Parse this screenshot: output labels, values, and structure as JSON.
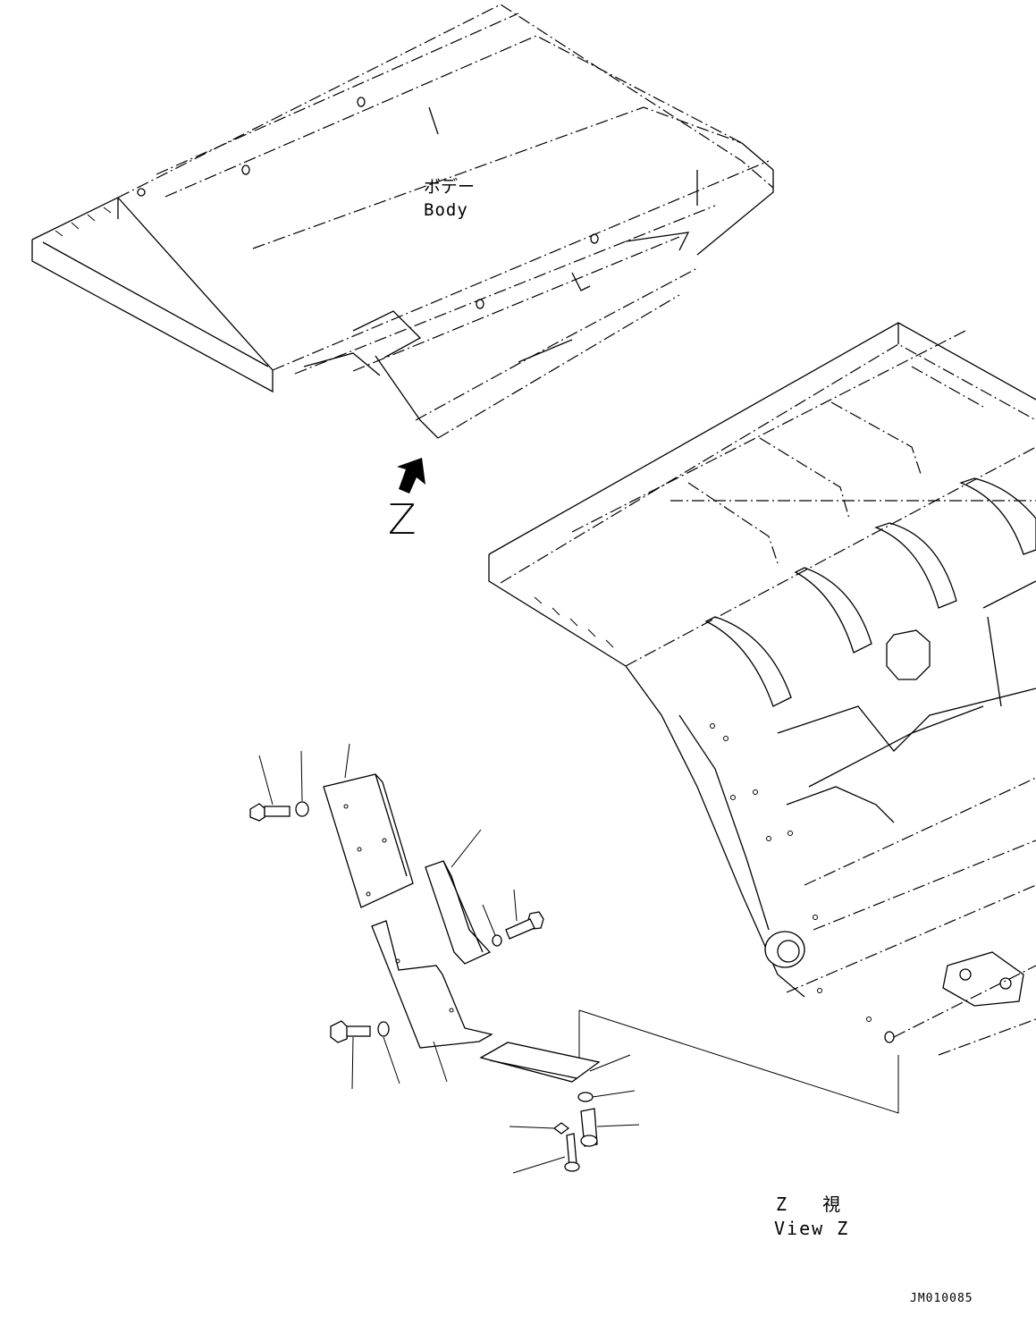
{
  "labels": {
    "body_ja": "ボデー",
    "body_en": "Body",
    "arrow_letter": "Z",
    "view_ja": "Z 視",
    "view_en": "View Z",
    "drawing_code": "JM010085"
  },
  "icons": {
    "view_arrow": "view-direction-arrow-icon"
  },
  "colors": {
    "line": "#000000",
    "background": "#ffffff"
  }
}
